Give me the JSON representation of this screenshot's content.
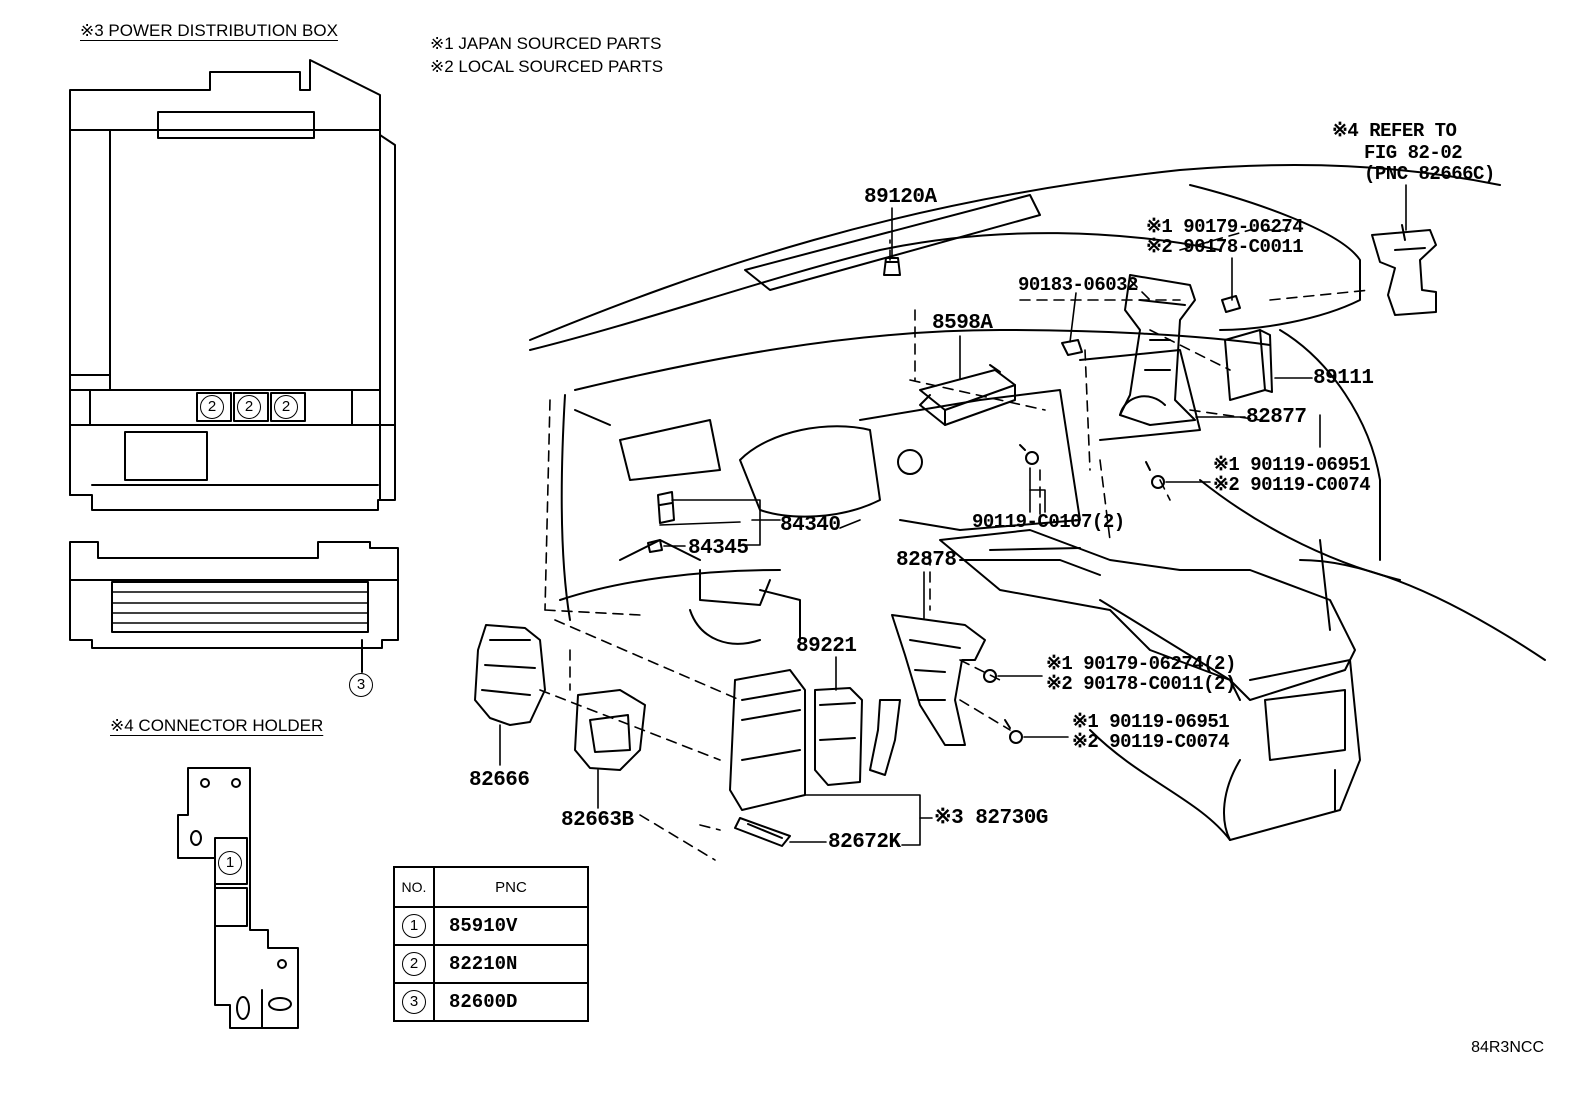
{
  "section_titles": {
    "power_box": "※3 POWER DISTRIBUTION BOX",
    "connector_holder": "※4 CONNECTOR HOLDER"
  },
  "notes": {
    "japan": "※1 JAPAN SOURCED PARTS",
    "local": "※2 LOCAL SOURCED PARTS"
  },
  "refer": {
    "line1": "※4 REFER TO",
    "line2": "FIG 82-02",
    "line3": "(PNC 82666C)"
  },
  "callouts": {
    "p89120a": "89120A",
    "p90179_top": "※1 90179-06274",
    "p90178_top": "※2 90178-C0011",
    "p90183": "90183-06032",
    "p8598a": "8598A",
    "p89111": "89111",
    "p82877": "82877",
    "p90119_r1": "※1 90119-06951",
    "p90119_r2": "※2 90119-C0074",
    "p84340": "84340",
    "p84345": "84345",
    "p90119_c0107": "90119-C0107(2)",
    "p82878": "82878",
    "p89221": "89221",
    "p90179_mid": "※1 90179-06274(2)",
    "p90178_mid": "※2 90178-C0011(2)",
    "p90119_m1": "※1 90119-06951",
    "p90119_m2": "※2 90119-C0074",
    "p82666": "82666",
    "p82663b": "82663B",
    "p82730g": "※3 82730G",
    "p82672k": "82672K"
  },
  "box_markers": [
    "2",
    "2",
    "2",
    "3"
  ],
  "holder_marker": "1",
  "pnc_table": {
    "headers": {
      "no": "NO.",
      "pnc": "PNC"
    },
    "rows": [
      {
        "no": "1",
        "pnc": "85910V"
      },
      {
        "no": "2",
        "pnc": "82210N"
      },
      {
        "no": "3",
        "pnc": "82600D"
      }
    ]
  },
  "figure_code": "84R3NCC"
}
